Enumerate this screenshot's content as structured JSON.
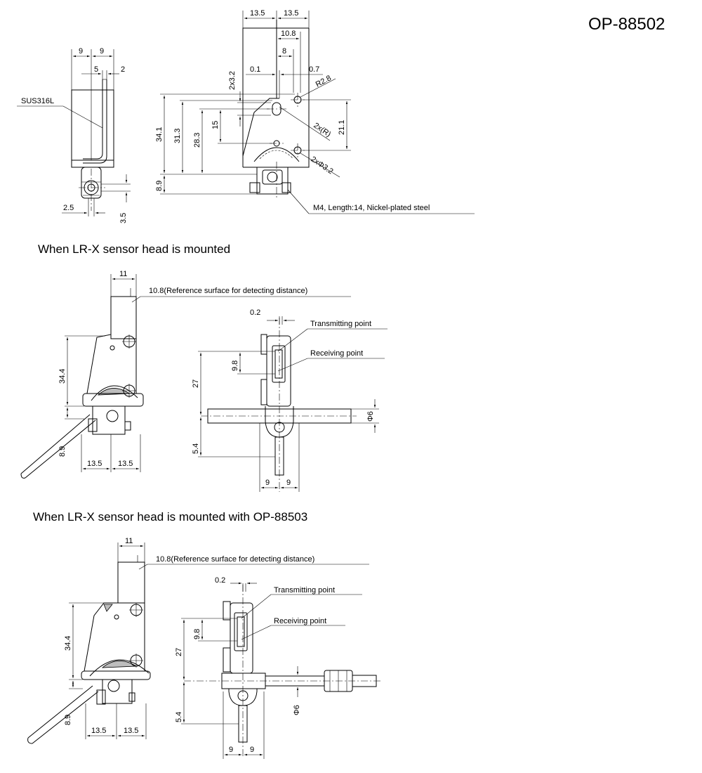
{
  "model_number": "OP-88502",
  "material_label": "SUS316L",
  "screw_note": "M4, Length:14, Nickel-plated steel",
  "section_titles": {
    "mounted": "When LR-X sensor head is mounted",
    "mounted_with": "When LR-X sensor head is mounted with OP-88503"
  },
  "point_labels": {
    "reference": "10.8(Reference surface for detecting distance)",
    "transmitting": "Transmitting point",
    "receiving": "Receiving point"
  },
  "dims_side": {
    "w9a": "9",
    "w9b": "9",
    "w5": "5",
    "w2": "2",
    "d25": "2.5",
    "d35": "3.5"
  },
  "dims_front": {
    "w135a": "13.5",
    "w135b": "13.5",
    "w108": "10.8",
    "w8": "8",
    "d01": "0.1",
    "d07": "0.7",
    "slot": "2x3.2",
    "r28": "R2.8",
    "r2": "2x(R)",
    "hole": "2xΦ3.2",
    "h341": "34.1",
    "h313": "31.3",
    "h283": "28.3",
    "h15": "15",
    "h211": "21.1",
    "h89": "8.9"
  },
  "dims_mount1": {
    "w11": "11",
    "d02": "0.2",
    "h98": "9.8",
    "h27": "27",
    "h54": "5.4",
    "phi6": "Φ6",
    "h344": "34.4",
    "h89": "8.9",
    "w135a": "13.5",
    "w135b": "13.5",
    "w9a": "9",
    "w9b": "9"
  },
  "dims_mount2": {
    "w11": "11",
    "d02": "0.2",
    "h98": "9.8",
    "h27": "27",
    "h54": "5.4",
    "phi6": "Φ6",
    "h344": "34.4",
    "h89": "8.9",
    "w135a": "13.5",
    "w135b": "13.5",
    "w9a": "9",
    "w9b": "9"
  }
}
